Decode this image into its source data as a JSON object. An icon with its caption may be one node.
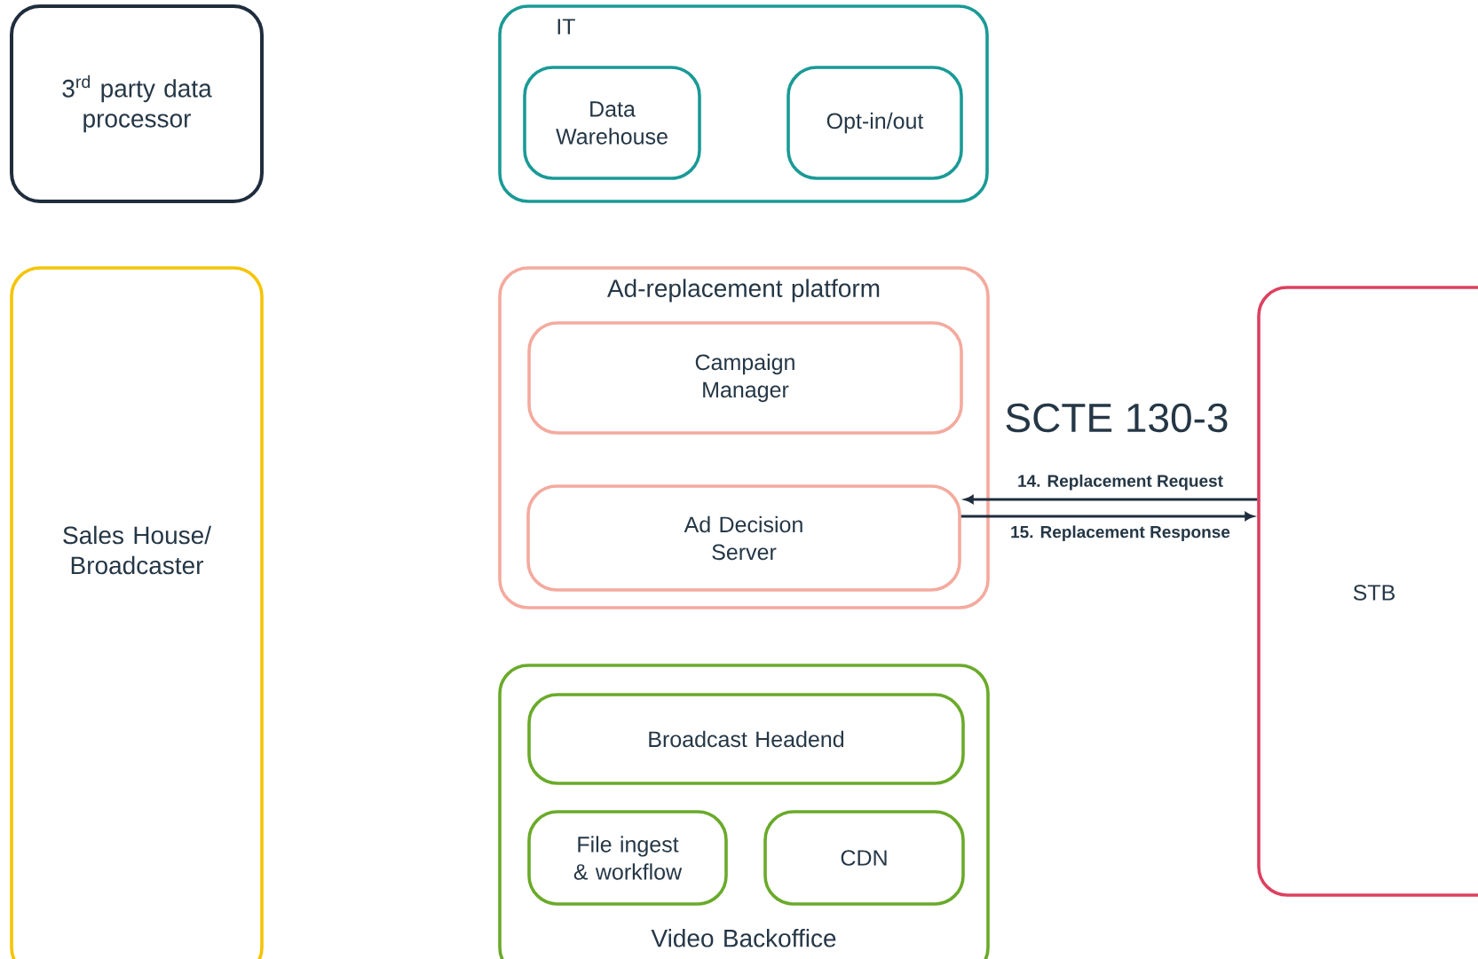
{
  "diagram": {
    "nodes": [
      {
        "text": [
          "3$^{rd}$ party data processor"
        ]
      },
      {
        "text": [
          "IT"
        ]
      },
      {
        "text": [
          "Data Warehouse"
        ],
        "in": 1
      },
      {
        "text": [
          "Opt-in/out"
        ],
        "in": 1
      },
      {
        "text": [
          "Sales House/ Broadcaster"
        ]
      },
      {
        "text": [
          "Ad-replacement platform"
        ]
      },
      {
        "text": [
          "Campaign Manager"
        ],
        "in": 5
      },
      {
        "text": [
          "Ad Decision Server"
        ],
        "in": 5
      },
      {
        "text": [
          "Video Backoffice"
        ]
      },
      {
        "text": [
          "Broadcast Headend"
        ],
        "in": 8
      },
      {
        "text": [
          "File ingest & workflow"
        ],
        "in": 8
      },
      {
        "text": [
          "CDN"
        ],
        "in": 8
      },
      {
        "text": [
          "STB"
        ]
      }
    ],
    "edges": [
      {
        "from": 12,
        "to": 7,
        "arrow": "to",
        "label": "14. Replacement Request"
      },
      {
        "from": 7,
        "to": 12,
        "arrow": "to",
        "label": "15. Replacement Response"
      }
    ],
    "labels": [
      "SCTE 130-3"
    ]
  }
}
